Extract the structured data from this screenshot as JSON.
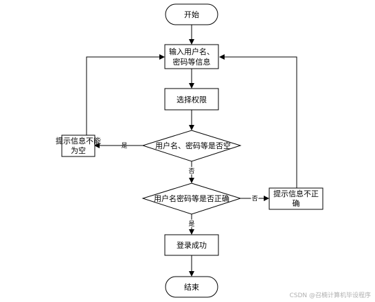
{
  "nodes": {
    "start": "开始",
    "input_line1": "输入用户名、",
    "input_line2": "密码等信息",
    "select_permission": "选择权限",
    "check_empty": "用户名、密码等是否空",
    "error_empty_line1": "提示信息不能",
    "error_empty_line2": "为空",
    "check_correct": "用户名密码等是否正确",
    "error_incorrect_line1": "提示信息不正",
    "error_incorrect_line2": "确",
    "login_success": "登录成功",
    "end": "结束"
  },
  "edge_labels": {
    "empty_yes": "是",
    "empty_no": "否",
    "correct_no": "否",
    "correct_yes": "是"
  },
  "watermark": "CSDN @召楠计算机毕设程序"
}
